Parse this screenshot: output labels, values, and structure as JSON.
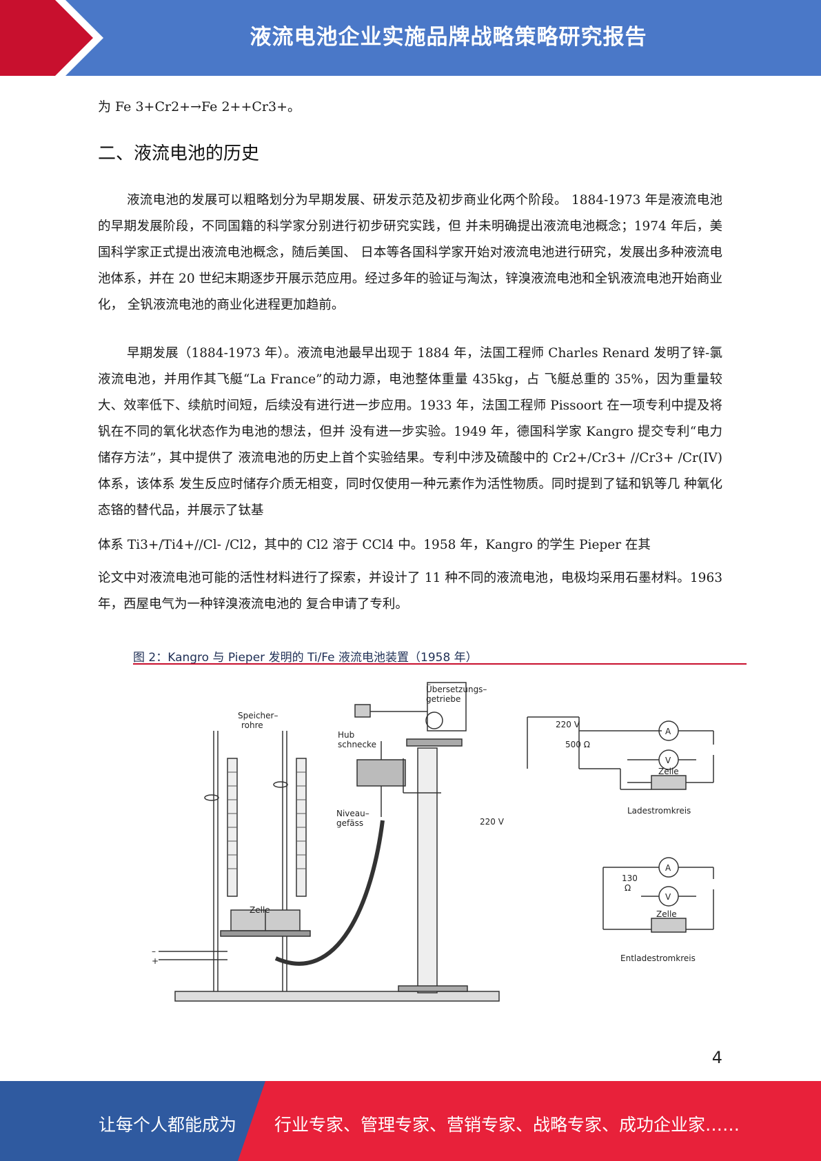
{
  "header": {
    "title": "液流电池企业实施品牌战略策略研究报告"
  },
  "content": {
    "intro_line": "为 Fe 3+Cr2+→Fe 2++Cr3+。",
    "section_title": "二、液流电池的历史",
    "paragraph1": "液流电池的发展可以粗略划分为早期发展、研发示范及初步商业化两个阶段。 1884-1973 年是液流电池的早期发展阶段，不同国籍的科学家分别进行初步研究实践，但 并未明确提出液流电池概念；1974 年后，美国科学家正式提出液流电池概念，随后美国、 日本等各国科学家开始对液流电池进行研究，发展出多种液流电池体系，并在 20 世纪末期逐步开展示范应用。经过多年的验证与淘汰，锌溴液流电池和全钒液流电池开始商业化，  全钒液流电池的商业化进程更加趋前。",
    "paragraph2": "早期发展（1884-1973 年）。液流电池最早出现于 1884 年，法国工程师 Charles Renard 发明了锌-氯液流电池，并用作其飞艇“La France”的动力源，电池整体重量 435kg，占 飞艇总重的 35%，因为重量较大、效率低下、续航时间短，后续没有进行进一步应用。1933 年，法国工程师 Pissoort 在一项专利中提及将钒在不同的氧化状态作为电池的想法，但并 没有进一步实验。1949 年，德国科学家 Kangro 提交专利“电力储存方法”，其中提供了 液流电池的历史上首个实验结果。专利中涉及硫酸中的 Cr2+/Cr3+ //Cr3+ /Cr(IV)体系，该体系 发生反应时储存介质无相变，同时仅使用一种元素作为活性物质。同时提到了锰和钒等几 种氧化态铬的替代品，并展示了钛基",
    "paragraph2_tail1": "体系 Ti3+/Ti4+//Cl- /Cl2，其中的 Cl2 溶于 CCl4 中。1958 年，Kangro 的学生 Pieper 在其",
    "paragraph2_tail2": "论文中对液流电池可能的活性材料进行了探索，并设计了 11 种不同的液流电池，电极均采用石墨材料。1963 年，西屋电气为一种锌溴液流电池的 复合申请了专利。"
  },
  "figure": {
    "caption": "图 2：Kangro 与 Pieper 发明的 Ti/Fe 液流电池装置（1958 年）",
    "labels": {
      "speicher1": "Speicher–",
      "speicher2": "rohre",
      "hub1": "Hub",
      "hub2": "schnecke",
      "uebers1": "Übersetzungs–",
      "uebers2": "getriebe",
      "niveau1": "Niveau–",
      "niveau2": "gefäss",
      "zelle": "Zelle",
      "v220": "220 V",
      "v220b": "220 V",
      "r500": "500 Ω",
      "ammeter": "A",
      "voltmeter": "V",
      "zelle2": "Zelle",
      "zelle3": "Zelle",
      "lade": "Ladestromkreis",
      "r130a": "130",
      "r130b": "Ω",
      "entlade": "Entladestromkreis",
      "minus": "–",
      "plus": "+"
    }
  },
  "page_number": "4",
  "footer": {
    "left_text": "让每个人都能成为",
    "right_text": "行业专家、管理专家、营销专家、战略专家、成功企业家……"
  },
  "colors": {
    "header_blue": "#4a78c8",
    "header_red": "#c8102e",
    "footer_blue": "#2f5aa0",
    "footer_red": "#e8213a"
  }
}
